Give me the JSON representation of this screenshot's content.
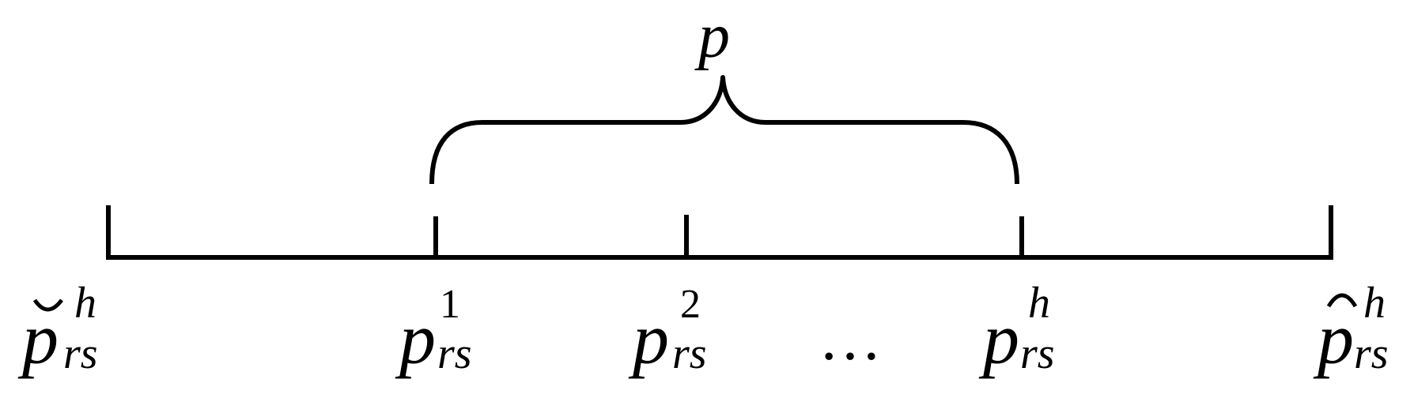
{
  "brace_label": "p",
  "line_color": "#000000",
  "labels": [
    {
      "base": "p",
      "sub": "rs",
      "sup": "h",
      "accent": "breve"
    },
    {
      "base": "p",
      "sub": "rs",
      "sup": "1",
      "accent": ""
    },
    {
      "base": "p",
      "sub": "rs",
      "sup": "2",
      "accent": ""
    },
    {
      "base": "p",
      "sub": "rs",
      "sup": "h",
      "accent": ""
    },
    {
      "base": "p",
      "sub": "rs",
      "sup": "h",
      "accent": "hat"
    }
  ],
  "ellipsis": "…"
}
